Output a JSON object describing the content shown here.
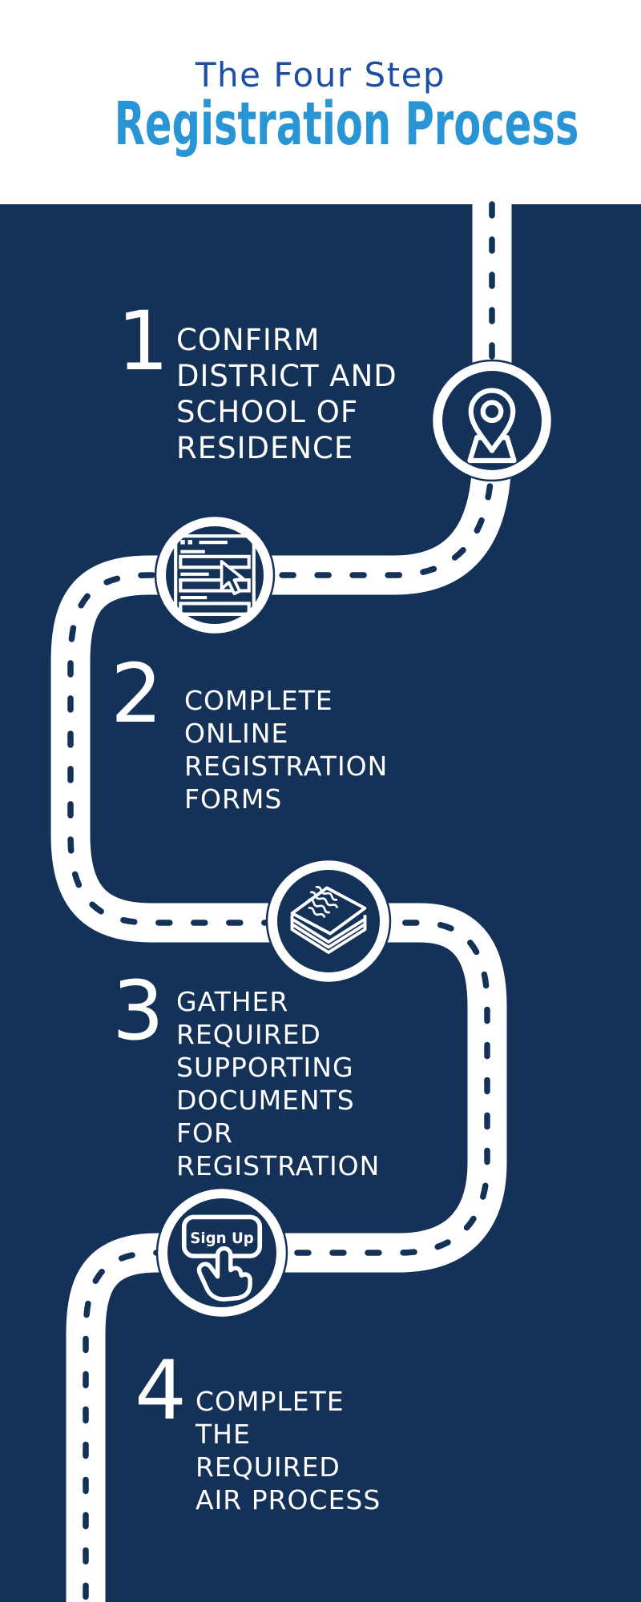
{
  "header": {
    "subtitle": "The Four Step",
    "title": "Registration Process"
  },
  "steps": [
    {
      "number": "1",
      "icon": "location-pin-icon",
      "lines": [
        "CONFIRM",
        "DISTRICT AND",
        "SCHOOL OF",
        "RESIDENCE"
      ]
    },
    {
      "number": "2",
      "icon": "online-form-icon",
      "lines": [
        "COMPLETE",
        "ONLINE",
        "REGISTRATION",
        "FORMS"
      ]
    },
    {
      "number": "3",
      "icon": "documents-stack-icon",
      "lines": [
        "GATHER",
        "REQUIRED",
        "SUPPORTING",
        "DOCUMENTS",
        "FOR",
        "REGISTRATION"
      ]
    },
    {
      "number": "4",
      "icon": "sign-up-click-icon",
      "lines": [
        "COMPLETE",
        "THE",
        "REQUIRED",
        "AIR PROCESS"
      ]
    }
  ],
  "sign_up": {
    "label": "Sign Up"
  },
  "colors": {
    "background": "#ffffff",
    "panel_navy": "#143158",
    "road_white": "#ffffff",
    "subtitle_blue": "#1c4fa3",
    "title_blue": "#2a95d5"
  }
}
